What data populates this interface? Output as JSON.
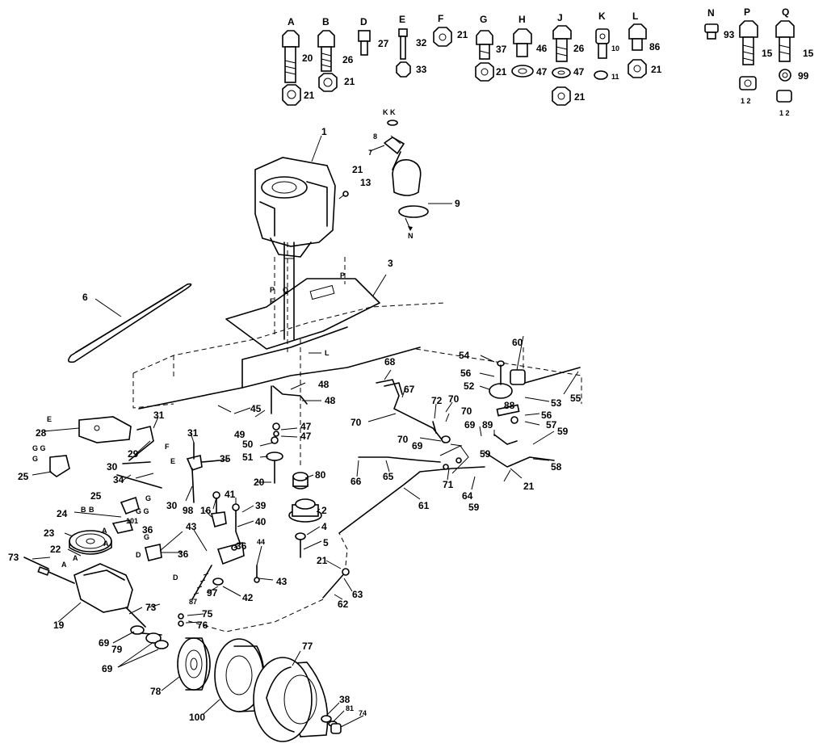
{
  "fasteners": [
    {
      "letter": "A",
      "parts": [
        "20",
        "21"
      ]
    },
    {
      "letter": "B",
      "parts": [
        "26",
        "21"
      ]
    },
    {
      "letter": "D",
      "parts": [
        "27"
      ]
    },
    {
      "letter": "E",
      "parts": [
        "32",
        "33"
      ]
    },
    {
      "letter": "F",
      "parts": [
        "21"
      ]
    },
    {
      "letter": "G",
      "parts": [
        "37",
        "21"
      ]
    },
    {
      "letter": "H",
      "parts": [
        "46",
        "47"
      ]
    },
    {
      "letter": "J",
      "parts": [
        "26",
        "47",
        "21"
      ]
    },
    {
      "letter": "K",
      "parts": [
        "10",
        "11"
      ]
    },
    {
      "letter": "L",
      "parts": [
        "86",
        "21"
      ]
    },
    {
      "letter": "N",
      "parts": [
        "93"
      ]
    },
    {
      "letter": "P",
      "parts": [
        "15",
        "1 2"
      ]
    },
    {
      "letter": "Q",
      "parts": [
        "15",
        "99",
        "1 2"
      ]
    }
  ],
  "callouts": [
    "1",
    "8",
    "K K",
    "7",
    "21",
    "13",
    "9",
    "N",
    "3",
    "P",
    "P",
    "F",
    "Q",
    "6",
    "L",
    "68",
    "67",
    "72",
    "70",
    "70",
    "70",
    "70",
    "60",
    "54",
    "56",
    "52",
    "88",
    "53",
    "55",
    "56",
    "57",
    "59",
    "89",
    "69",
    "69",
    "59",
    "58",
    "21",
    "48",
    "48",
    "45",
    "49",
    "47",
    "47",
    "50",
    "51",
    "E",
    "E",
    "31",
    "31",
    "F",
    "28",
    "29",
    "30",
    "34",
    "35",
    "G G",
    "G",
    "25",
    "20",
    "80",
    "2",
    "4",
    "5",
    "61",
    "66",
    "65",
    "71",
    "64",
    "59",
    "25",
    "G",
    "G G",
    "24",
    "B",
    "B",
    "101",
    "36",
    "23",
    "22",
    "A",
    "A",
    "A",
    "A",
    "36",
    "D",
    "D",
    "73",
    "19",
    "69",
    "79",
    "69",
    "73",
    "75",
    "76",
    "30",
    "98",
    "16",
    "41",
    "39",
    "40",
    "43",
    "36",
    "44",
    "43",
    "97",
    "42",
    "87",
    "21",
    "62",
    "63",
    "77",
    "78",
    "100",
    "38",
    "81",
    "74",
    "G"
  ]
}
